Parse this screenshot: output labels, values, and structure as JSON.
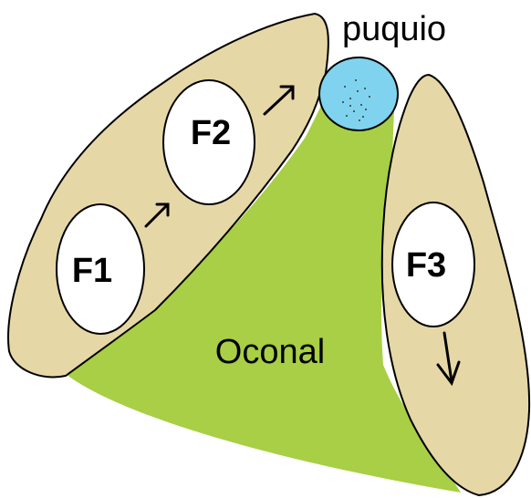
{
  "labels": {
    "spring": "puquio",
    "wetland": "Oconal",
    "field_1": "F1",
    "field_2": "F2",
    "field_3": "F3"
  },
  "colors": {
    "field_fill": "#e6d7a6",
    "wetland_fill": "#a8cf45",
    "spring_fill": "#7fd3ee",
    "outline": "#000000",
    "background": "#ffffff"
  },
  "arrows": {
    "count": 3,
    "flow": [
      "F1 to F2",
      "F2 to puquio",
      "F3 downward"
    ]
  }
}
